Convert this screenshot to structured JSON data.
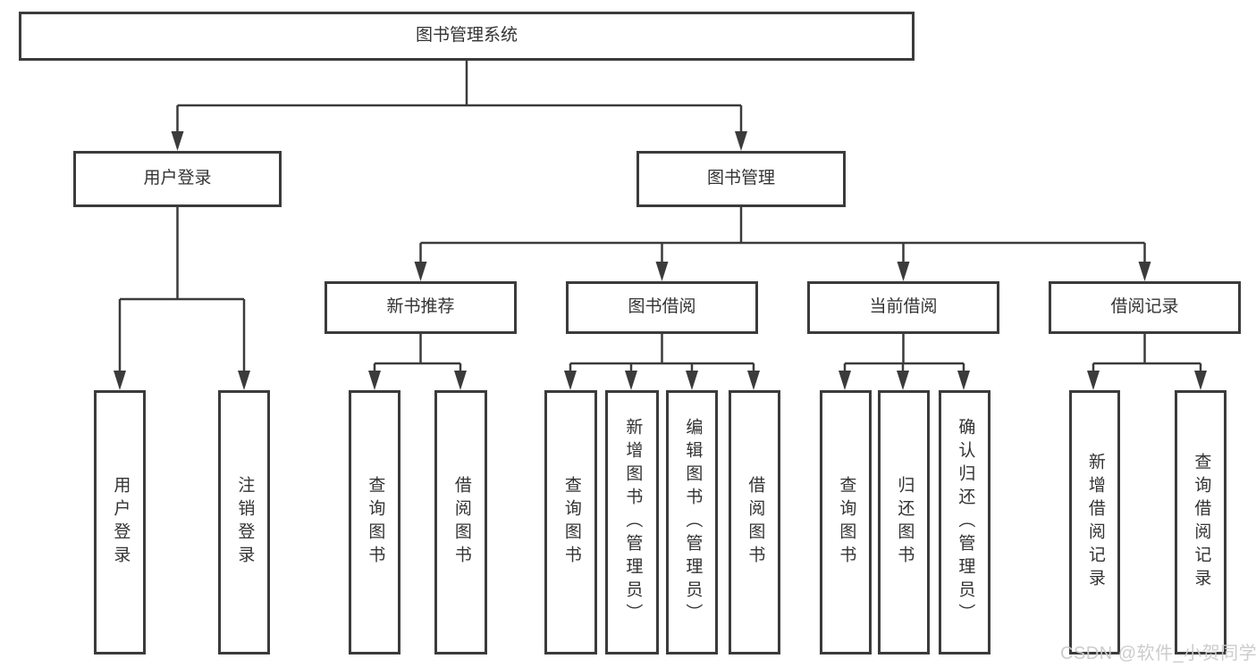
{
  "diagram_title": "图书管理系统",
  "tree": {
    "label": "图书管理系统",
    "children": [
      {
        "label": "用户登录",
        "children": [
          {
            "label": "用户登录"
          },
          {
            "label": "注销登录"
          }
        ]
      },
      {
        "label": "图书管理",
        "children": [
          {
            "label": "新书推荐",
            "children": [
              {
                "label": "查询图书"
              },
              {
                "label": "借阅图书"
              }
            ]
          },
          {
            "label": "图书借阅",
            "children": [
              {
                "label": "查询图书"
              },
              {
                "label": "新增图书（管理员）"
              },
              {
                "label": "编辑图书（管理员）"
              },
              {
                "label": "借阅图书"
              }
            ]
          },
          {
            "label": "当前借阅",
            "children": [
              {
                "label": "查询图书"
              },
              {
                "label": "归还图书"
              },
              {
                "label": "确认归还（管理员）"
              }
            ]
          },
          {
            "label": "借阅记录",
            "children": [
              {
                "label": "新增借阅记录"
              },
              {
                "label": "查询借阅记录"
              }
            ]
          }
        ]
      }
    ]
  },
  "watermark": {
    "text": "CSDN @软件_小贺同学"
  },
  "colors": {
    "line": "#3b3b3b",
    "text": "#333333",
    "background": "#ffffff",
    "watermark": "#c9c9c9"
  }
}
